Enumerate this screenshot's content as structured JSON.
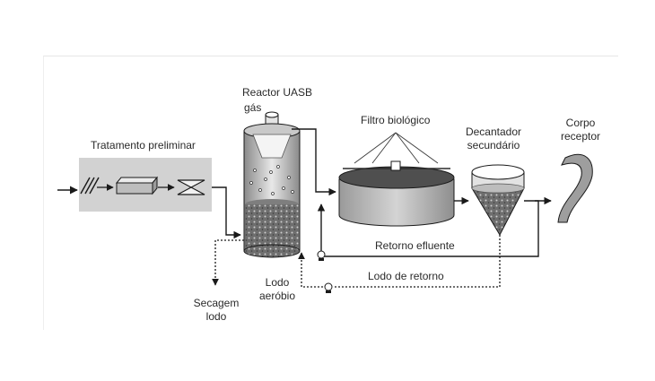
{
  "labels": {
    "preliminary": "Tratamento preliminar",
    "uasb": "Reactor UASB",
    "gas": "gás",
    "biofilter": "Filtro biológico",
    "settler_1": "Decantador",
    "settler_2": "secundário",
    "receiver_1": "Corpo",
    "receiver_2": "receptor",
    "effluent_return": "Retorno efluente",
    "sludge_return": "Lodo de retorno",
    "drying_1": "Secagem",
    "drying_2": "lodo",
    "aerobic_1": "Lodo",
    "aerobic_2": "aeróbio"
  }
}
